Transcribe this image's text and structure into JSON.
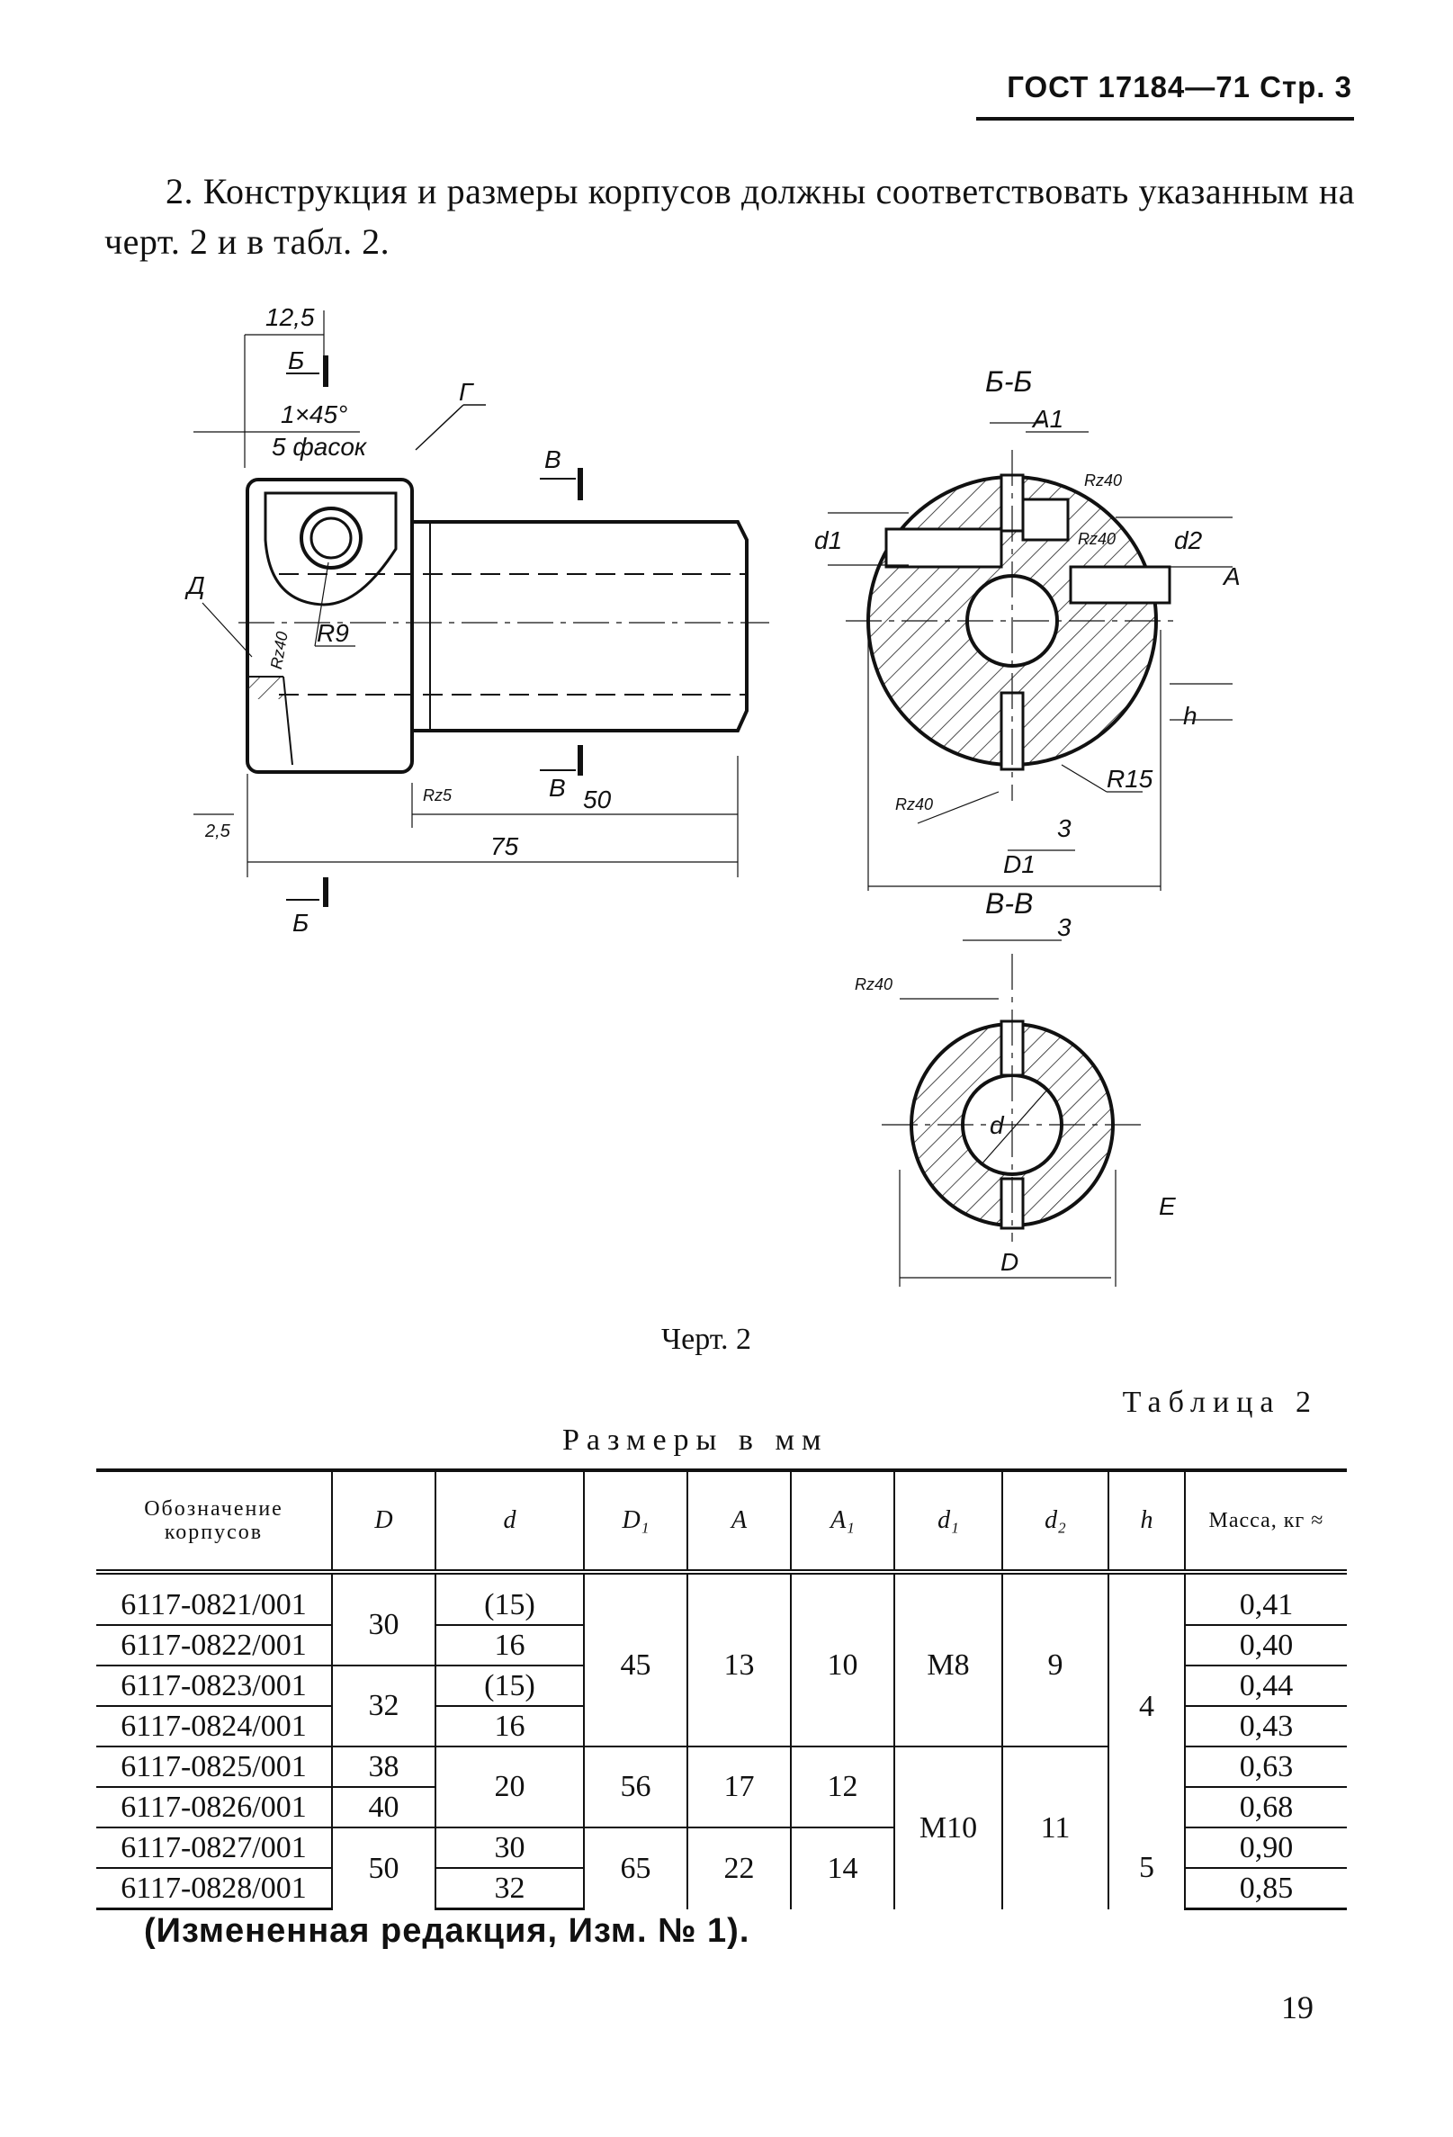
{
  "header": {
    "text": "ГОСТ 17184—71 Стр. 3"
  },
  "intro": {
    "number": "2.",
    "text": "Конструкция и размеры корпусов должны соответствовать указанным на черт. 2 и в табл. 2."
  },
  "drawing": {
    "labels": {
      "dim_12_5": "12,5",
      "sec_b_top": "Б",
      "sec_b_bottom": "Б",
      "chamfer": "1×45°",
      "chamfer_count": "5 фасок",
      "g": "Г",
      "v_top": "В",
      "v_bottom": "В",
      "d_letter": "Д",
      "rz40_left": "Rz40",
      "r9": "R9",
      "rz25_bottom": "Rz5",
      "dim_50": "50",
      "dim_75": "75",
      "rz25_left": "2,5",
      "bb_title": "Б-Б",
      "a1": "A1",
      "rz40_a": "Rz40",
      "d1_small": "d1",
      "d2": "d2",
      "rz40_b": "Rz40",
      "a_dim": "A",
      "h_dim": "h",
      "rz40_c": "Rz40",
      "r15": "R15",
      "dim_3a": "3",
      "big_d1": "D1",
      "vv_title": "В-В",
      "dim_3b": "3",
      "rz40_d": "Rz40",
      "d_dim": "d",
      "e_letter": "Е",
      "big_d": "D"
    }
  },
  "caption": "Черт. 2",
  "table": {
    "title": "Таблица 2",
    "units": "Размеры в мм",
    "headers": [
      "Обозначение корпусов",
      "D",
      "d",
      "D₁",
      "A",
      "A₁",
      "d₁",
      "d₂",
      "h",
      "Масса, кг ≈"
    ],
    "designations": [
      "6117-0821/001",
      "6117-0822/001",
      "6117-0823/001",
      "6117-0824/001",
      "6117-0825/001",
      "6117-0826/001",
      "6117-0827/001",
      "6117-0828/001"
    ],
    "D": [
      "30",
      "32",
      "38",
      "40",
      "50"
    ],
    "d": [
      "(15)",
      "16",
      "(15)",
      "16",
      "20",
      "30",
      "32"
    ],
    "D1": [
      "45",
      "56",
      "65"
    ],
    "A": [
      "13",
      "17",
      "22"
    ],
    "A1": [
      "10",
      "12",
      "14"
    ],
    "d1": [
      "M8",
      "M10"
    ],
    "d2": [
      "9",
      "11"
    ],
    "h": [
      "4",
      "5"
    ],
    "mass": [
      "0,41",
      "0,40",
      "0,44",
      "0,43",
      "0,63",
      "0,68",
      "0,90",
      "0,85"
    ]
  },
  "amendment": "(Измененная редакция, Изм. № 1).",
  "page_number": "19"
}
